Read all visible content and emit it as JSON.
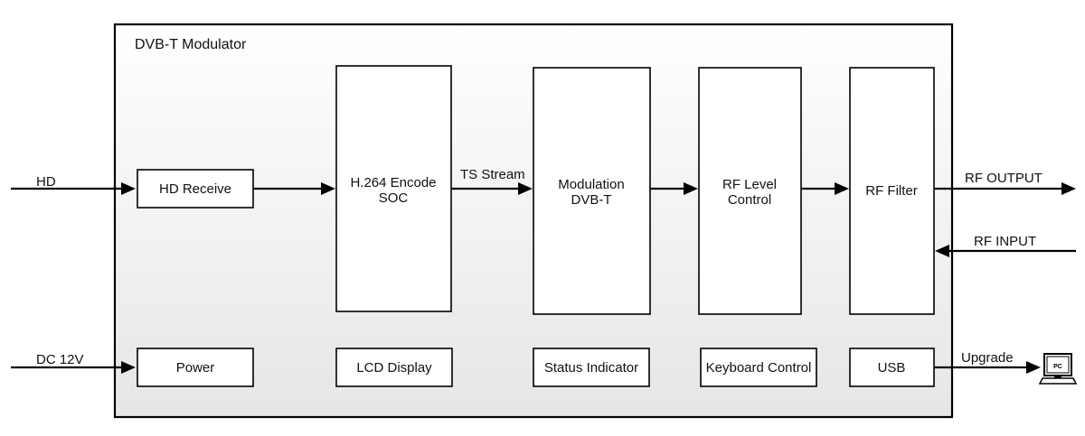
{
  "title": "DVB-T Modulator",
  "blocks": {
    "hd_receive": "HD Receive",
    "encode": [
      "H.264 Encode",
      "SOC"
    ],
    "modulation": [
      "Modulation",
      "DVB-T"
    ],
    "rf_level": [
      "RF Level",
      "Control"
    ],
    "rf_filter": "RF Filter",
    "power": "Power",
    "lcd": "LCD Display",
    "status": "Status Indicator",
    "keyboard": "Keyboard Control",
    "usb": "USB"
  },
  "signals": {
    "hd": "HD",
    "ts_stream": "TS Stream",
    "rf_output": "RF OUTPUT",
    "rf_input": "RF INPUT",
    "dc": "DC 12V",
    "upgrade": "Upgrade"
  },
  "pc_label": "PC",
  "icons": {
    "pc": "pc-monitor-icon"
  },
  "colors": {
    "frame_gradient_top": "#ffffff",
    "frame_gradient_bottom": "#e6e6e6",
    "stroke": "#000000"
  }
}
